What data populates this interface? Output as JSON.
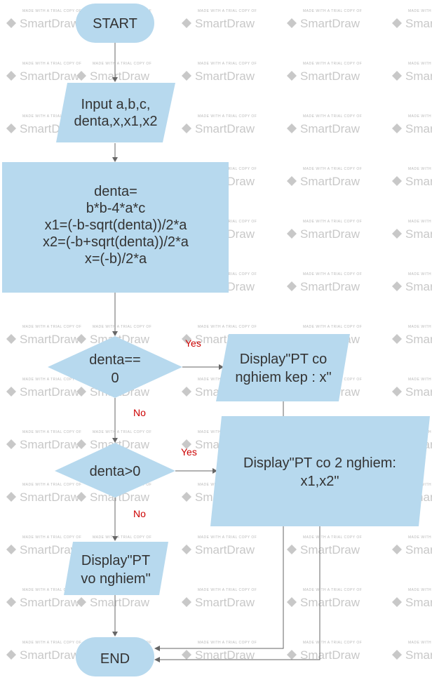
{
  "watermark": {
    "small": "MADE WITH A TRIAL COPY OF",
    "brand": "SmartDraw"
  },
  "colors": {
    "shape_fill": "#b7d9ee",
    "text": "#333333",
    "edge": "#666666",
    "edge_label": "#cc0000"
  },
  "flowchart": {
    "nodes": {
      "start": {
        "lines": [
          "START"
        ]
      },
      "input": {
        "lines": [
          "Input a,b,c,",
          "denta,x,x1,x2"
        ]
      },
      "process": {
        "lines": [
          "denta=",
          "b*b-4*a*c",
          "x1=(-b-sqrt(denta))/2*a",
          "x2=(-b+sqrt(denta))/2*a",
          "x=(-b)/2*a"
        ]
      },
      "decision1": {
        "lines": [
          "denta==",
          "0"
        ]
      },
      "output_double_root": {
        "lines": [
          "Display\"PT co",
          "nghiem kep : x\""
        ]
      },
      "decision2": {
        "lines": [
          "denta>0"
        ]
      },
      "output_two_roots": {
        "lines": [
          "Display\"PT co 2 nghiem:",
          "x1,x2\""
        ]
      },
      "output_no_root": {
        "lines": [
          "Display\"PT",
          "vo nghiem\""
        ]
      },
      "end": {
        "lines": [
          "END"
        ]
      }
    },
    "edge_labels": {
      "d1_yes": "Yes",
      "d1_no": "No",
      "d2_yes": "Yes",
      "d2_no": "No"
    }
  }
}
